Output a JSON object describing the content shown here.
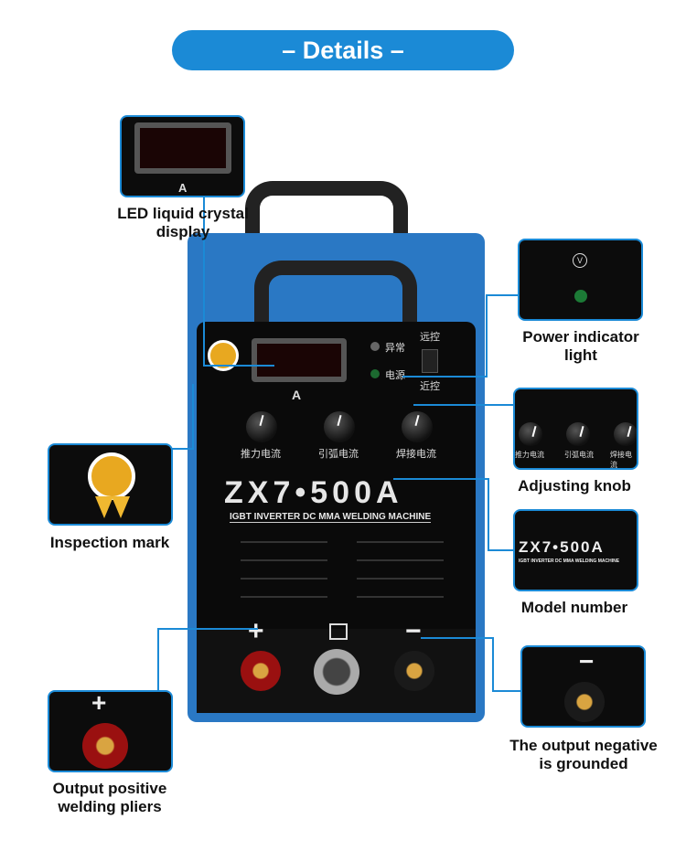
{
  "header": {
    "title": "– Details –"
  },
  "machine": {
    "model": "ZX7•500A",
    "subtitle": "IGBT INVERTER DC MMA WELDING MACHINE",
    "display_unit": "A",
    "indicator_abnormal": "异常",
    "indicator_power": "电源",
    "switch_top": "远控",
    "switch_bottom": "近控",
    "knobs": [
      "推力电流",
      "引弧电流",
      "焊接电流"
    ],
    "plus": "+",
    "minus": "−"
  },
  "callouts": {
    "led": {
      "label": "LED liquid crystal display",
      "unit": "A"
    },
    "power": {
      "label": "Power indicator light"
    },
    "knob": {
      "label": "Adjusting knob",
      "knobs": [
        "推力电流",
        "引弧电流",
        "焊接电流"
      ]
    },
    "model": {
      "label": "Model number",
      "model": "ZX7•500A",
      "subtitle": "IGBT INVERTER DC MMA WELDING MACHINE"
    },
    "inspection": {
      "label": "Inspection mark"
    },
    "negative": {
      "label": "The output negative is grounded",
      "sign": "−"
    },
    "positive": {
      "label": "Output positive welding pliers",
      "sign": "+"
    }
  },
  "colors": {
    "accent": "#1b8ad6",
    "body": "#2a78c4",
    "panel": "#0a0a0a"
  }
}
